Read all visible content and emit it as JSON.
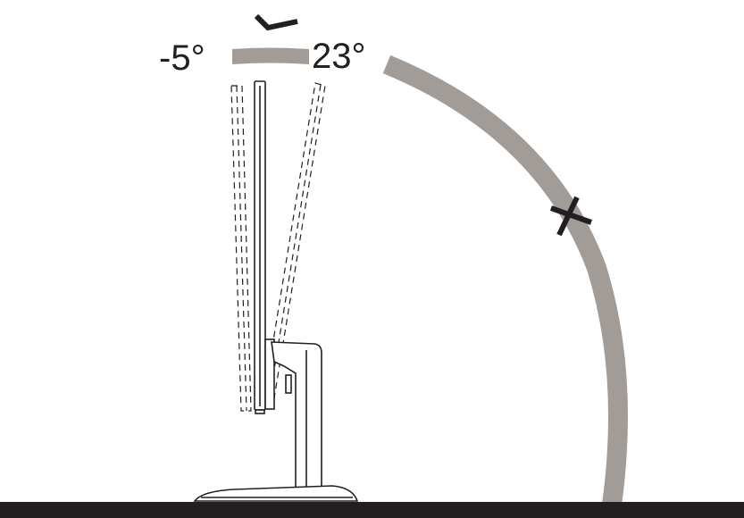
{
  "labels": {
    "min_tilt": "-5°",
    "max_tilt": "23°"
  },
  "tilt_range_deg": {
    "min": -5,
    "max": 23
  },
  "status_icons": {
    "allowed": "check-mark-icon",
    "not_allowed": "cross-mark-icon"
  },
  "colors": {
    "arc": "#a29c98",
    "line": "#231f20",
    "desk": "#231f20",
    "background": "#ffffff"
  }
}
